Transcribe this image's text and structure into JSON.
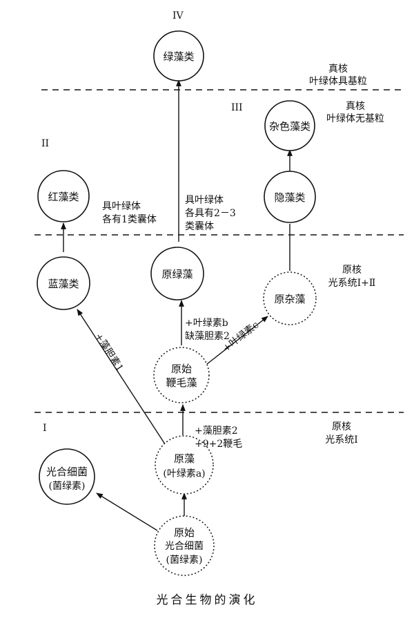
{
  "title": "光合生物的演化",
  "levels": {
    "I": "I",
    "II": "II",
    "III": "III",
    "IV": "IV"
  },
  "nodes": {
    "green_algae": "绿藻类",
    "cryptomonads": "隐藻类",
    "heterokonts": "杂色藻类",
    "red_algae": "红藻类",
    "blue_green_algae": "蓝藻类",
    "prochloron": "原绿藻",
    "proto_hetero": [
      "原杂藻"
    ],
    "proto_flagellate": [
      "原始",
      "鞭毛藻"
    ],
    "proto_algae": [
      "原藻",
      "(叶绿素a)"
    ],
    "photosynthetic_bacteria": [
      "光合细菌",
      "(菌绿素)"
    ],
    "proto_bacteria": [
      "原始",
      "光合细菌",
      "(菌绿素)"
    ]
  },
  "annotations": {
    "eukaryote_grana": [
      "真核",
      "叶绿体具基粒"
    ],
    "eukaryote_no_grana": [
      "真核",
      "叶绿体无基粒"
    ],
    "prokaryote_ps12": [
      "原核",
      "光系统Ⅰ+Ⅱ"
    ],
    "prokaryote_ps1": [
      "原核",
      "光系统Ⅰ"
    ],
    "one_thylakoid": [
      "具叶绿体",
      "各有1类囊体"
    ],
    "two_three_thylakoid": [
      "具叶绿体",
      "各具有2－3",
      "类囊体"
    ],
    "chl_b": [
      "+叶绿素b",
      "缺藻胆素2"
    ],
    "chl_c": "+叶绿素c",
    "phycobilin1": "+藻胆素1",
    "phycobilin2": [
      "+藻胆素2",
      "+9+2鞭毛"
    ]
  },
  "colors": {
    "ink": "#111111",
    "background": "#ffffff"
  }
}
